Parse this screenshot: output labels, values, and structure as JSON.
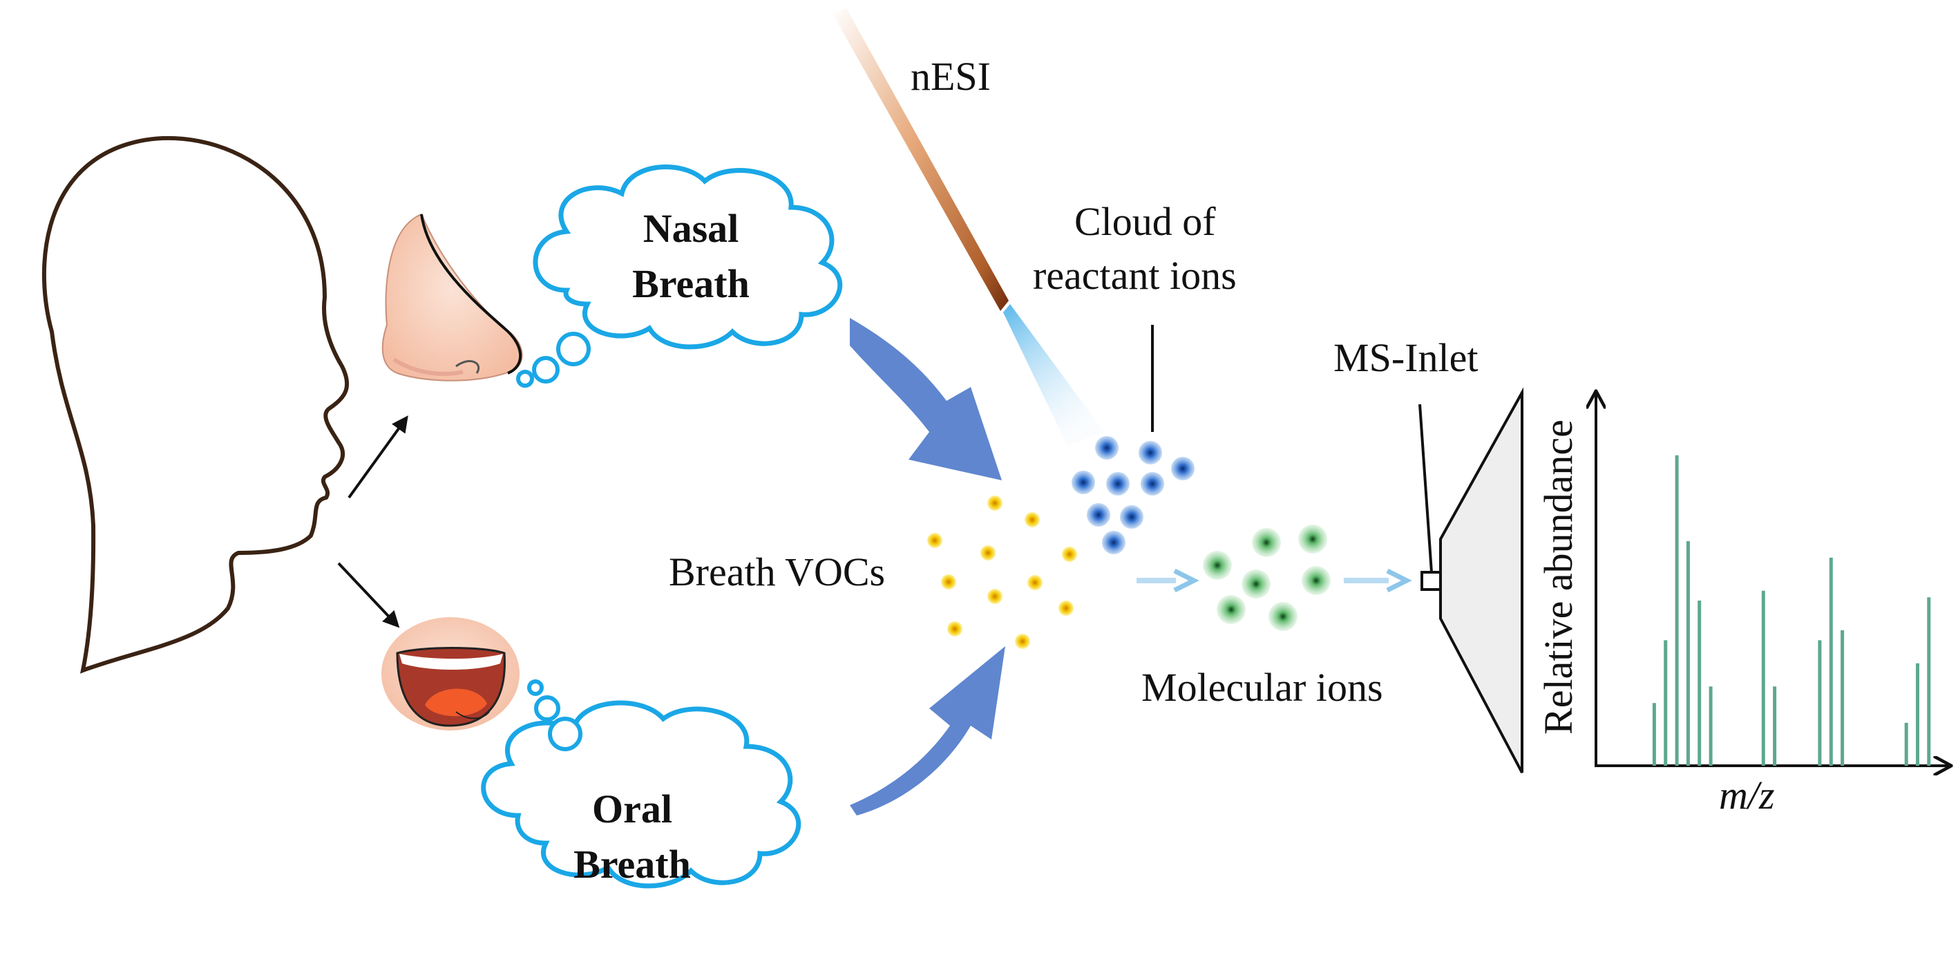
{
  "labels": {
    "nesi": "nESI",
    "cloud_line1": "Cloud of",
    "cloud_line2": "reactant  ions",
    "nasal_line1": "Nasal",
    "nasal_line2": "Breath",
    "oral_line1": "Oral",
    "oral_line2": "Breath",
    "breath_vocs": "Breath VOCs",
    "molecular_ions": "Molecular ions",
    "ms_inlet": "MS-Inlet",
    "y_axis": "Relative abundance",
    "x_axis": "m/z"
  },
  "colors": {
    "head_outline": "#3a2314",
    "cloud_outline": "#1aa7e6",
    "big_arrow": "#5f86cf",
    "reactant_ion": "#2f6fcf",
    "voc_dot": "#f2c400",
    "molecular_ion": "#6cc77a",
    "spectrum_bar": "#5ea88e",
    "light_arrow": "#8dc6ea",
    "emitter_dark": "#7a3412",
    "emitter_light": "#f8dcc4",
    "inlet_fill": "#eeeeee"
  },
  "chart_data": {
    "type": "bar",
    "xlabel": "m/z",
    "ylabel": "Relative abundance",
    "x": [
      1,
      2,
      3,
      4,
      5,
      6,
      7,
      8,
      9,
      10,
      11,
      12,
      13,
      14,
      15,
      16,
      17,
      18,
      19,
      20,
      21,
      22,
      23,
      24,
      25,
      26,
      27,
      28,
      29,
      30,
      31,
      32,
      33,
      34,
      35,
      36,
      37,
      38,
      39,
      40,
      41,
      42,
      43,
      44,
      45,
      46,
      47,
      48,
      49,
      50,
      51,
      52,
      53,
      54,
      55,
      56,
      57,
      58,
      59,
      60,
      61,
      62,
      63,
      64,
      65,
      66,
      67,
      68,
      69,
      70,
      71,
      72,
      73,
      74,
      75,
      76,
      77,
      78,
      79,
      80,
      81,
      82,
      83,
      84,
      85,
      86,
      87,
      88,
      89,
      90
    ],
    "values": [
      0,
      0,
      0,
      0,
      0,
      0,
      0,
      0,
      0,
      0,
      0,
      0,
      0,
      0,
      0,
      19,
      0,
      0,
      38,
      0,
      0,
      94,
      0,
      0,
      68,
      0,
      0,
      50,
      0,
      0,
      24,
      0,
      0,
      0,
      0,
      0,
      0,
      0,
      0,
      0,
      0,
      0,
      0,
      0,
      53,
      0,
      0,
      24,
      0,
      0,
      0,
      0,
      0,
      0,
      0,
      0,
      0,
      0,
      0,
      38,
      0,
      0,
      63,
      0,
      0,
      41,
      0,
      0,
      0,
      0,
      0,
      0,
      0,
      0,
      0,
      0,
      0,
      0,
      0,
      0,
      0,
      0,
      13,
      0,
      0,
      31,
      0,
      0,
      51,
      0
    ],
    "ylim": [
      0,
      100
    ],
    "show_ticks": false
  }
}
